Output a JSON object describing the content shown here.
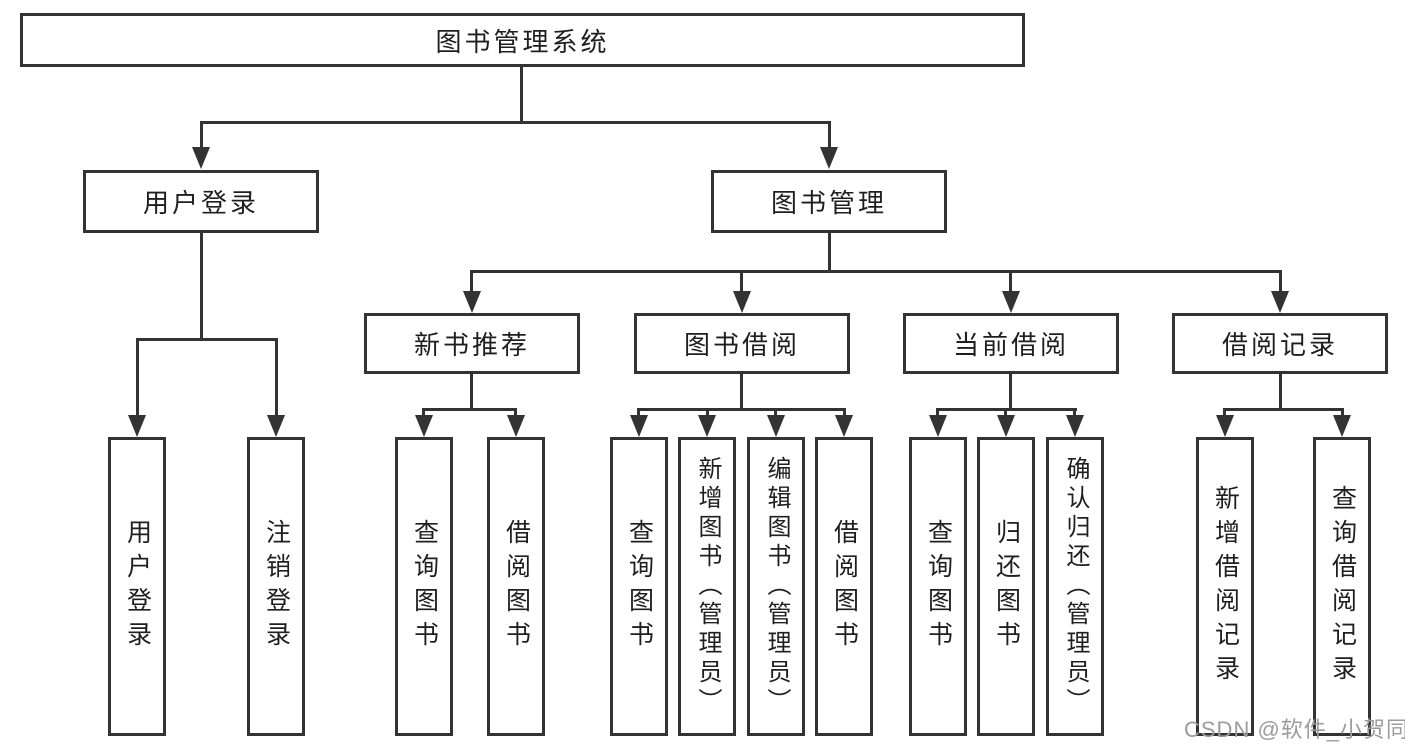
{
  "tree": {
    "root": "图书管理系统",
    "level2": [
      "用户登录",
      "图书管理"
    ],
    "level3": [
      "新书推荐",
      "图书借阅",
      "当前借阅",
      "借阅记录"
    ],
    "leaves": [
      "用户登录",
      "注销登录",
      "查询图书",
      "借阅图书",
      "查询图书",
      "新增图书（管理员）",
      "编辑图书（管理员）",
      "借阅图书",
      "查询图书",
      "归还图书",
      "确认归还（管理员）",
      "新增借阅记录",
      "查询借阅记录"
    ]
  },
  "watermark": "CSDN @软件_小贺同学",
  "colors": {
    "line": "#333333",
    "text": "#1f1f1f",
    "background": "#ffffff",
    "watermark": "#9c9c9c"
  }
}
